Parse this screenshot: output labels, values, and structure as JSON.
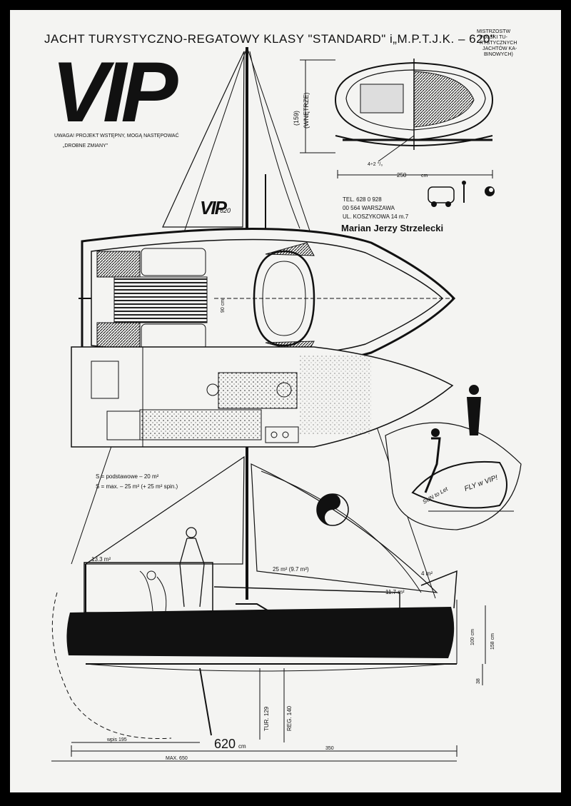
{
  "header": {
    "title": "JACHT TURYSTYCZNO-REGATOWY  KLASY \"STANDARD\" i„M.P.T.J.K. – 620\"",
    "badge_lines": [
      "MISTRZOSTW",
      "POLSKI TU-",
      "RYSTYCZNYCH",
      "JACHTÓW KA-",
      "BINOWYCH)"
    ]
  },
  "logo": {
    "text": "VIP",
    "sail_logo": "VIP",
    "sail_number": "620"
  },
  "note": {
    "line1": "UWAGA! PROJEKT WSTĘPNY, MOGĄ NASTĘPOWAĆ",
    "line2": "„DROBNE   ZMIANY\""
  },
  "section_view": {
    "height_label": "(159)",
    "interior_label": "(WNĘTRZE)",
    "angle_label": "4÷2 °/₀",
    "width_label": "250",
    "unit": "cm"
  },
  "contact": {
    "phone": "TEL. 628 0 928",
    "postcode": "00 564 WARSZAWA",
    "street": "UL. KOSZYKOWA 14 m.7",
    "designer": "Marian Jerzy Strzelecki"
  },
  "plan_view": {
    "beam_label": "90 cm"
  },
  "sail_areas": {
    "base": "S = podstawowe – 20 m²",
    "max": "S = max. – 25 m² (+ 25 m² spin.)",
    "mainsail": "13.3 m²",
    "genoa": "25 m² (9.7 m²)",
    "jib": "11.7 m²",
    "storm": "4 m²"
  },
  "hull_dims": {
    "length": "620",
    "length_unit": "cm",
    "lwl": "MAX. 650",
    "keel_base": "wpis 195",
    "stern": "350",
    "draft_tour": "TUR. 129",
    "draft_reg": "REG. 140",
    "freeboard": "100 cm",
    "height_total": "158 cm",
    "small": "38"
  },
  "illustration": {
    "hull_slogan": "FLY w VIP!",
    "hull_slogan2": "SUN to Let"
  },
  "colors": {
    "paper": "#f4f4f2",
    "ink": "#111111",
    "frame": "#000000"
  }
}
